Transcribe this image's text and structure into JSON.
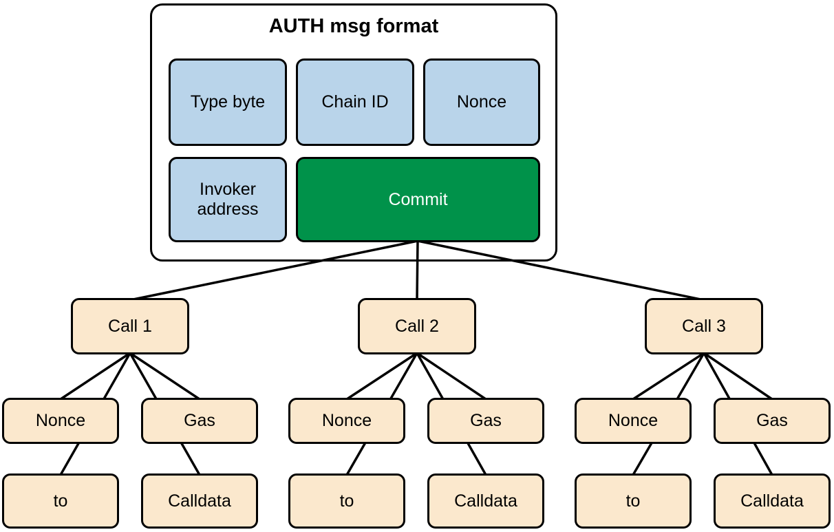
{
  "diagram": {
    "title": "AUTH msg format",
    "colors": {
      "field_blue": "#b9d4ea",
      "commit_green": "#00924a",
      "call_tan": "#fbe8cd",
      "line_black": "#000000"
    },
    "auth_fields": {
      "type_byte": "Type byte",
      "chain_id": "Chain ID",
      "nonce": "Nonce",
      "invoker_address": "Invoker address",
      "commit": "Commit"
    },
    "calls": [
      {
        "label": "Call 1",
        "fields": {
          "nonce": "Nonce",
          "gas": "Gas",
          "to": "to",
          "calldata": "Calldata"
        }
      },
      {
        "label": "Call 2",
        "fields": {
          "nonce": "Nonce",
          "gas": "Gas",
          "to": "to",
          "calldata": "Calldata"
        }
      },
      {
        "label": "Call 3",
        "fields": {
          "nonce": "Nonce",
          "gas": "Gas",
          "to": "to",
          "calldata": "Calldata"
        }
      }
    ]
  }
}
